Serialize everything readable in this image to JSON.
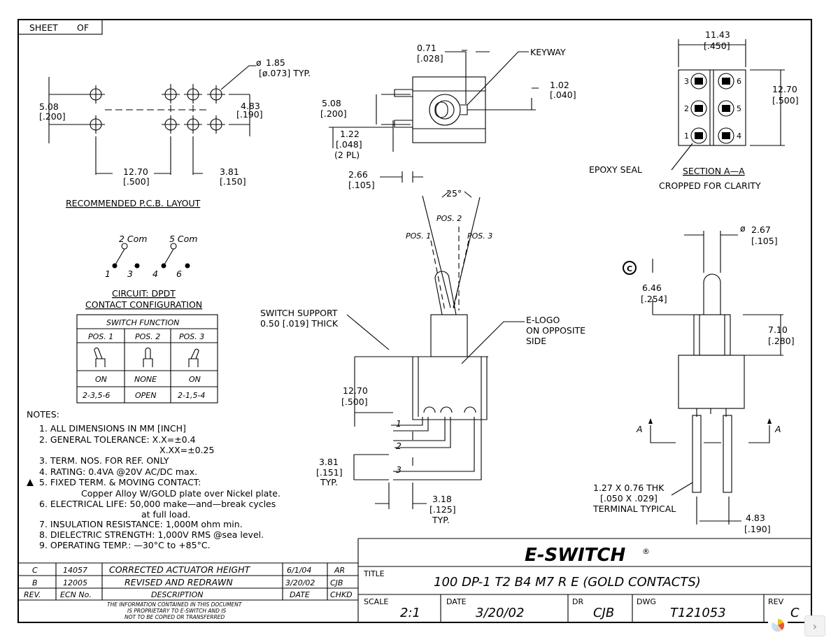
{
  "sheet": {
    "label": "SHEET",
    "of": "OF"
  },
  "pcb": {
    "hole_dia": "1.85",
    "hole_dia_in": "[ø.073] TYP.",
    "v_spacing": "5.08",
    "v_spacing_in": "[.200]",
    "row_spacing": "4.83",
    "row_spacing_in": "[.190]",
    "h_spacing": "12.70",
    "h_spacing_in": "[.500]",
    "pitch": "3.81",
    "pitch_in": "[.150]",
    "caption": "RECOMMENDED P.C.B. LAYOUT"
  },
  "top_view": {
    "keyway": "KEYWAY",
    "d071": "0.71",
    "d071_in": "[.028]",
    "d102": "1.02",
    "d102_in": "[.040]",
    "d508": "5.08",
    "d508_in": "[.200]",
    "d122": "1.22",
    "d122_in": "[.048]",
    "d122_note": "(2 PL)",
    "d266": "2.66",
    "d266_in": "[.105]"
  },
  "section": {
    "d1143": "11.43",
    "d1143_in": "[.450]",
    "d1270": "12.70",
    "d1270_in": "[.500]",
    "pins_left": [
      "3",
      "2",
      "1"
    ],
    "pins_right": [
      "6",
      "5",
      "4"
    ],
    "epoxy": "EPOXY SEAL",
    "title": "SECTION A—A",
    "sub": "CROPPED FOR CLARITY"
  },
  "circuit": {
    "com2": "2 Com",
    "com5": "5 Com",
    "pins": [
      "1",
      "3",
      "4",
      "6"
    ],
    "title": "CIRCUIT: DPDT",
    "subtitle": "CONTACT CONFIGURATION",
    "table_title": "SWITCH FUNCTION",
    "positions": [
      "POS. 1",
      "POS. 2",
      "POS. 3"
    ],
    "states": [
      "ON",
      "NONE",
      "ON"
    ],
    "connections": [
      "2-3,5-6",
      "OPEN",
      "2-1,5-4"
    ]
  },
  "side_view": {
    "angle": "25°",
    "pos1": "POS. 1",
    "pos2": "POS. 2",
    "pos3": "POS. 3",
    "support": "SWITCH SUPPORT",
    "support2": "0.50 [.019] THICK",
    "elogo": "E-LOGO",
    "elogo2": "ON OPPOSITE",
    "elogo3": "SIDE",
    "d1270": "12.70",
    "d1270_in": "[.500]",
    "d381": "3.81",
    "d381_in": "[.151]",
    "d381_note": "TYP.",
    "d318": "3.18",
    "d318_in": "[.125]",
    "d318_note": "TYP.",
    "terms": [
      "1",
      "2",
      "3"
    ]
  },
  "front_view": {
    "d267": "2.67",
    "d267_in": "[.105]",
    "d646": "6.46",
    "d646_in": "[.254]",
    "d710": "7.10",
    "d710_in": "[.280]",
    "section_mark": "A",
    "term": "1.27 X 0.76 THK",
    "term_in": "[.050 X .029]",
    "term_note": "TERMINAL TYPICAL",
    "d483": "4.83",
    "d483_in": "[.190]",
    "copyright": "C"
  },
  "notes": {
    "heading": "NOTES:",
    "items": [
      "1. ALL DIMENSIONS IN MM [INCH]",
      "2. GENERAL TOLERANCE: X.X=±0.4",
      "X.XX=±0.25",
      "3. TERM. NOS. FOR REF. ONLY",
      "4. RATING: 0.4VA @20V AC/DC max.",
      "5. FIXED TERM. & MOVING CONTACT:",
      "Copper Alloy W/GOLD plate over Nickel plate.",
      "6. ELECTRICAL LIFE: 50,000 make—and—break cycles",
      "at full load.",
      "7. INSULATION RESISTANCE: 1,000M ohm min.",
      "8. DIELECTRIC STRENGTH: 1,000V RMS @sea level.",
      "9. OPERATING TEMP.: —30°C to +85°C."
    ]
  },
  "revisions": {
    "rows": [
      {
        "rev": "C",
        "ecn": "14057",
        "desc": "CORRECTED ACTUATOR HEIGHT",
        "date": "6/1/04",
        "chkd": "AR"
      },
      {
        "rev": "B",
        "ecn": "12005",
        "desc": "REVISED AND REDRAWN",
        "date": "3/20/02",
        "chkd": "CJB"
      }
    ],
    "headers": {
      "rev": "REV.",
      "ecn": "ECN No.",
      "desc": "DESCRIPTION",
      "date": "DATE",
      "chkd": "CHKD"
    },
    "proprietary": [
      "THE INFORMATION CONTAINED IN THIS DOCUMENT",
      "IS PROPRIETARY TO E-SWITCH AND IS",
      "NOT TO BE COPIED OR TRANSFERRED"
    ]
  },
  "title_block": {
    "brand": "E-SWITCH",
    "reg": "®",
    "title_label": "TITLE",
    "title": "100 DP-1 T2 B4 M7 R E (GOLD CONTACTS)",
    "scale_label": "SCALE",
    "scale": "2:1",
    "date_label": "DATE",
    "date": "3/20/02",
    "dr_label": "DR",
    "dr": "CJB",
    "dwg_label": "DWG",
    "dwg": "T121053",
    "rev_label": "REV",
    "rev": "C"
  },
  "viewer": {
    "next": "›"
  }
}
